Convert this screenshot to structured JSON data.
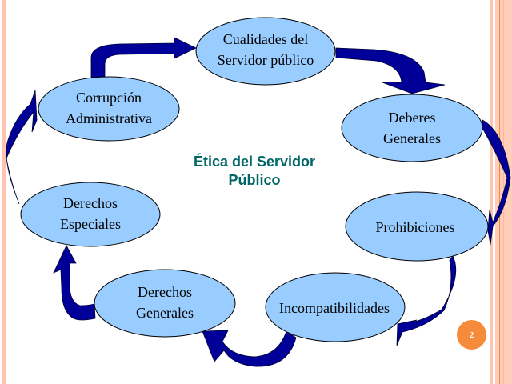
{
  "diagram": {
    "title_line1": "Ética del Servidor",
    "title_line2": "Público",
    "nodes": [
      {
        "id": "cualidades",
        "line1": "Cualidades del",
        "line2": "Servidor público"
      },
      {
        "id": "deberes",
        "line1": "Deberes",
        "line2": "Generales"
      },
      {
        "id": "prohibiciones",
        "line1": "Prohibiciones",
        "line2": ""
      },
      {
        "id": "incompatibilidades",
        "line1": "Incompatibilidades",
        "line2": ""
      },
      {
        "id": "derechos-generales",
        "line1": "Derechos",
        "line2": "Generales"
      },
      {
        "id": "derechos-especiales",
        "line1": "Derechos",
        "line2": "Especiales"
      },
      {
        "id": "corrupcion",
        "line1": "Corrupción",
        "line2": "Administrativa"
      }
    ],
    "flow": [
      "cualidades",
      "deberes",
      "prohibiciones",
      "incompatibilidades",
      "derechos-generales",
      "derechos-especiales",
      "corrupcion",
      "cualidades"
    ]
  },
  "colors": {
    "node_fill": "#99CCFF",
    "arrow": "#000099",
    "title": "#006666",
    "badge": "#F68B3B",
    "border": "#FFC4B0"
  },
  "slide": {
    "page_number": "2"
  }
}
